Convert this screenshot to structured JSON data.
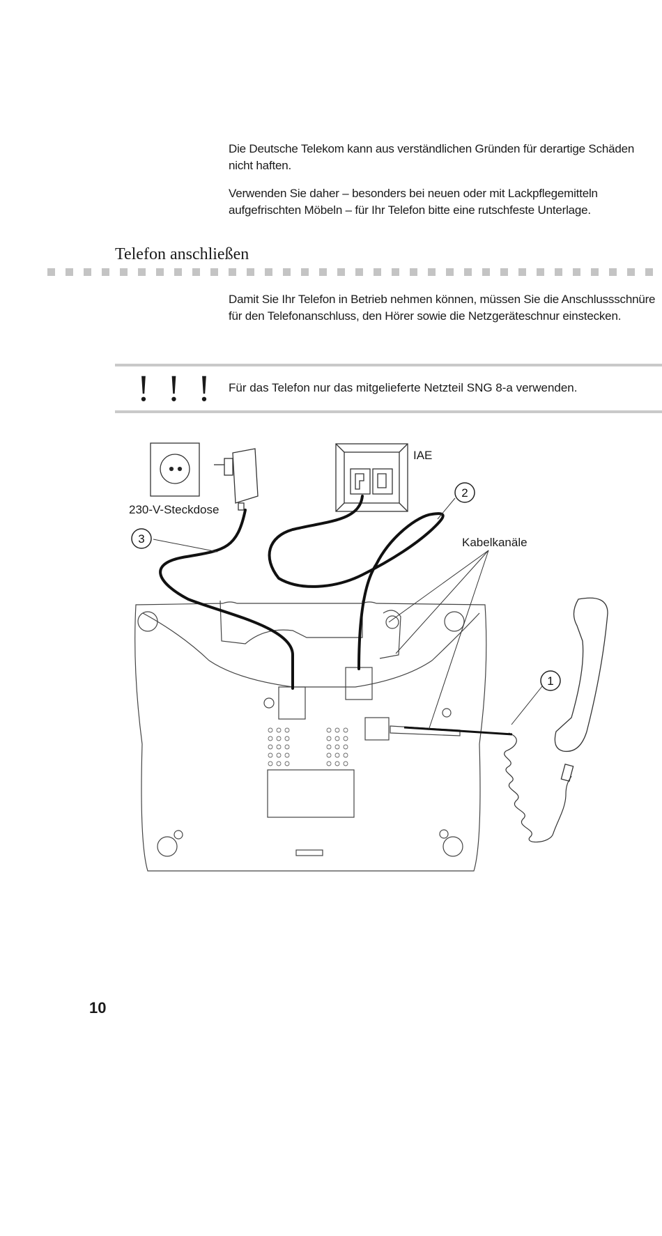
{
  "intro": {
    "paragraph1": "Die Deutsche Telekom kann aus verständlichen Gründen für derartige Schäden nicht haften.",
    "paragraph2": "Verwenden Sie daher – besonders bei neuen oder mit Lackpflegemitteln aufgefrischten Möbeln – für Ihr Telefon bitte eine rutschfeste Unterlage."
  },
  "section": {
    "title": "Telefon anschließen",
    "body": "Damit Sie Ihr Telefon in Betrieb nehmen können, müssen Sie die Anschlussschnüre für den Telefonanschluss, den Hörer sowie die Netzgeräteschnur einstecken."
  },
  "note": {
    "symbol": "! ! !",
    "text": "Für das Telefon nur das mitgelieferte Netzteil SNG 8-a verwenden."
  },
  "figure": {
    "labels": {
      "iae": "IAE",
      "socket": "230-V-Steckdose",
      "cable_channels": "Kabelkanäle"
    },
    "callouts": [
      "1",
      "2",
      "3"
    ]
  },
  "footer": {
    "page_number": "10"
  }
}
